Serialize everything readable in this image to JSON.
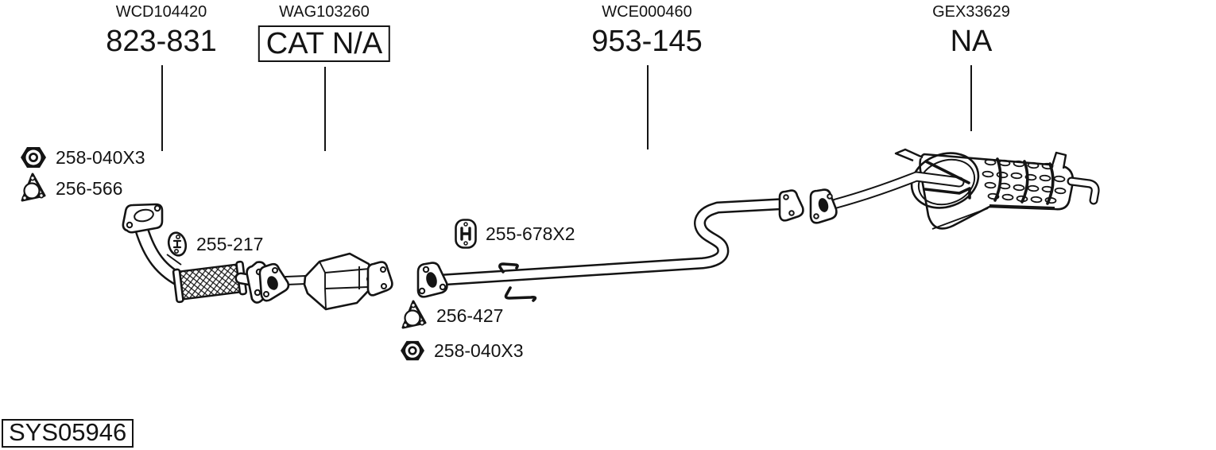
{
  "colors": {
    "background": "#ffffff",
    "ink": "#141414"
  },
  "part_groups": [
    {
      "name": "front-pipe",
      "ref": "WCD104420",
      "part": "823-831",
      "boxed": false
    },
    {
      "name": "catalytic-converter",
      "ref": "WAG103260",
      "part": "CAT N/A",
      "boxed": true
    },
    {
      "name": "centre-pipe",
      "ref": "WCE000460",
      "part": "953-145",
      "boxed": false
    },
    {
      "name": "rear-silencer",
      "ref": "GEX33629",
      "part": "NA",
      "boxed": false
    }
  ],
  "callouts": [
    {
      "icon": "nut-icon",
      "text": "258-040X3"
    },
    {
      "icon": "gasket-icon",
      "text": "256-566"
    },
    {
      "icon": "mount-icon",
      "text": "255-217"
    },
    {
      "icon": "hanger-icon",
      "text": "255-678X2"
    },
    {
      "icon": "gasket-icon",
      "text": "256-427"
    },
    {
      "icon": "nut-icon",
      "text": "258-040X3"
    }
  ],
  "system_code": "SYS05946"
}
